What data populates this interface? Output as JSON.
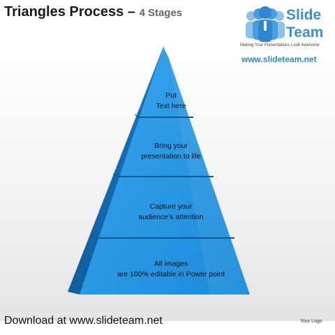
{
  "header": {
    "title": "Triangles Process",
    "dash": "–",
    "subtitle": "4 Stages"
  },
  "brand": {
    "name_line1": "Slide",
    "name_line2": "Team",
    "tagline": "Making Your Presentations Look Awesome",
    "url": "www.slideteam.net",
    "icon": "people-group-icon",
    "color": "#3b8fd6"
  },
  "pyramid": {
    "stages": [
      {
        "text": "Put\nText  here"
      },
      {
        "text": "Bring your\npresentation to life"
      },
      {
        "text": "Capture your\naudience’s  attention"
      },
      {
        "text": "All images\nare 100% editable in Power point"
      }
    ],
    "colors": {
      "front": "#2196e6",
      "side": "#1571b8",
      "divider": "#0e5a98"
    }
  },
  "footer": {
    "download": "Download at www.slideteam.net",
    "logo_placeholder": "Your Logo"
  }
}
